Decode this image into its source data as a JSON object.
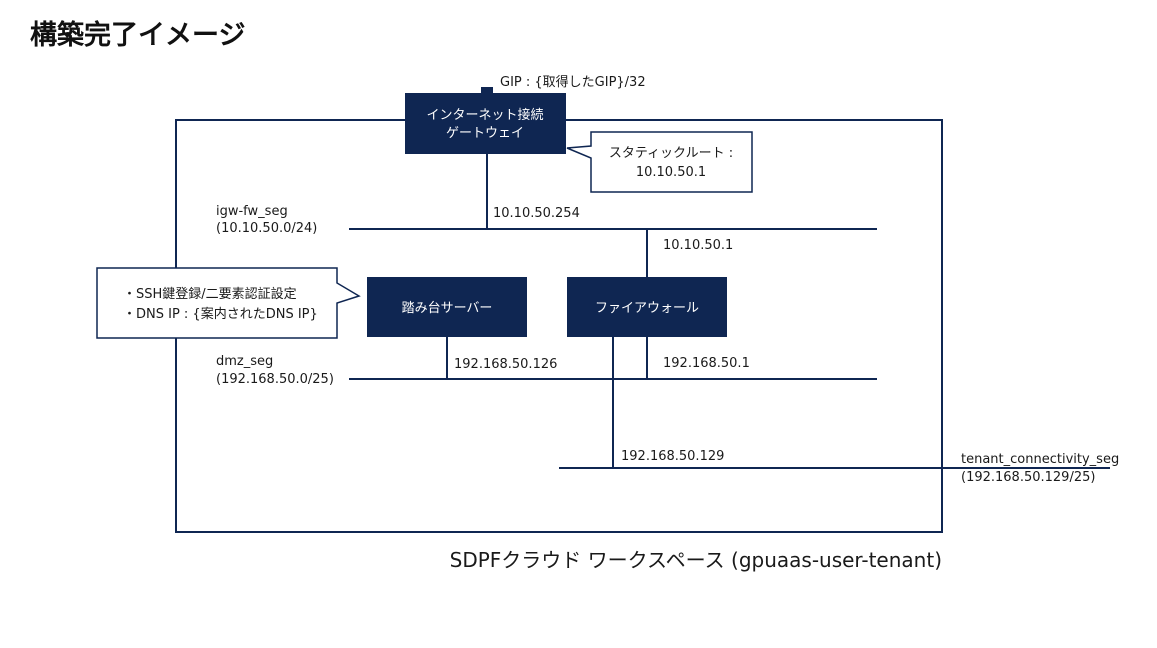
{
  "page": {
    "title": "構築完了イメージ"
  },
  "colors": {
    "navy": "#0f2652",
    "line": "#0f2652",
    "white": "#ffffff"
  },
  "workspace": {
    "caption": "SDPFクラウド ワークスペース (gpuaas-user-tenant)"
  },
  "gip_label": "GIP : {取得したGIP}/32",
  "nodes": {
    "igw": {
      "line1": "インターネット接続",
      "line2": "ゲートウェイ"
    },
    "bastion": {
      "label": "踏み台サーバー"
    },
    "firewall": {
      "label": "ファイアウォール"
    }
  },
  "callouts": {
    "static_route": {
      "line1": "スタティックルート :",
      "line2": "10.10.50.1"
    },
    "bastion_notes": {
      "line1": "・SSH鍵登録/二要素認証設定",
      "line2": "・DNS IP : {案内されたDNS IP}"
    }
  },
  "segments": {
    "igw_fw": {
      "name": "igw-fw_seg",
      "cidr": "(10.10.50.0/24)"
    },
    "dmz": {
      "name": "dmz_seg",
      "cidr": "(192.168.50.0/25)"
    },
    "tenant": {
      "name": "tenant_connectivity_seg",
      "cidr": "(192.168.50.129/25)"
    }
  },
  "ip_labels": {
    "igw_ip": "10.10.50.254",
    "fw_outer_ip": "10.10.50.1",
    "bastion_ip": "192.168.50.126",
    "fw_dmz_ip": "192.168.50.1",
    "fw_tenant_ip": "192.168.50.129"
  }
}
